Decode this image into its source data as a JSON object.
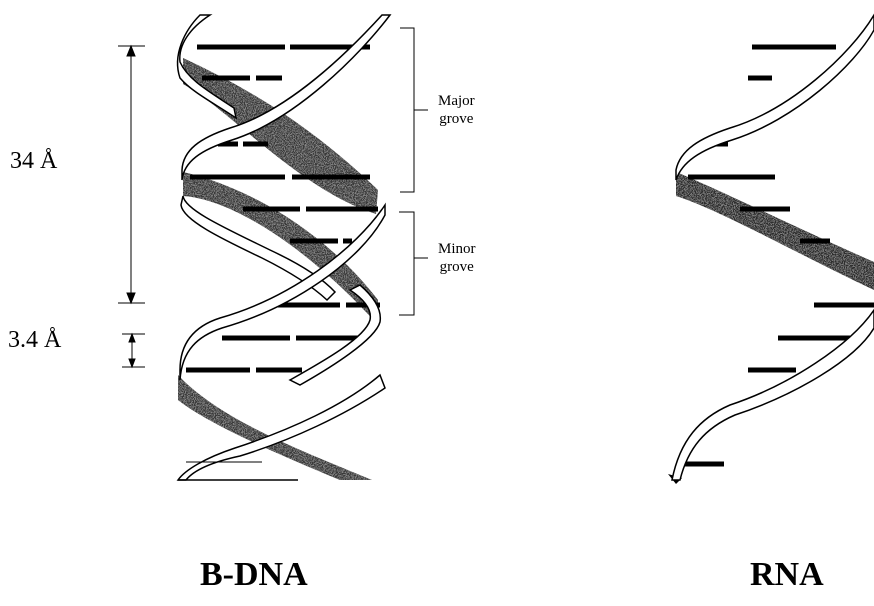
{
  "measurements": {
    "helix_pitch": "34 Å",
    "base_spacing": "3.4 Å"
  },
  "grooves": {
    "major": [
      "Major",
      "grove"
    ],
    "minor": [
      "Minor",
      "grove"
    ]
  },
  "panels": {
    "bdna_title": "B-DNA",
    "rna_title": "RNA"
  },
  "colors": {
    "ink": "#000000",
    "strand_fill": "#ffffff",
    "back_strand": "#3a3a3a"
  }
}
